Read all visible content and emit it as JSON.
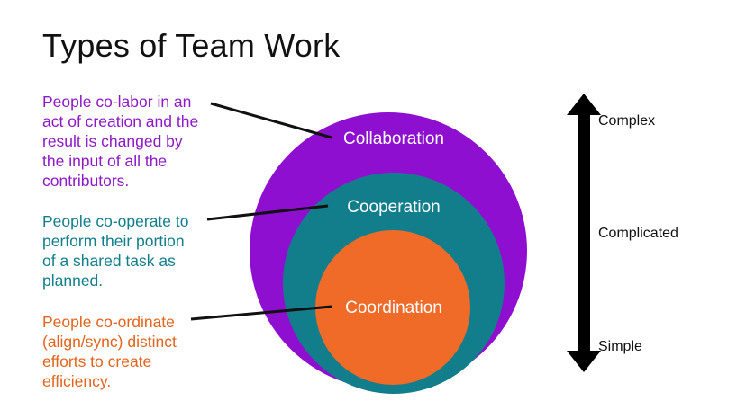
{
  "title": "Types of Team Work",
  "descriptions": {
    "collaboration": [
      "People co-labor in an",
      "act of creation and the",
      "result is changed by",
      "the input of all the",
      "contributors."
    ],
    "cooperation": [
      "People co-operate to",
      "perform their portion",
      "of a shared task as",
      "planned."
    ],
    "coordination": [
      "People co-ordinate",
      "(align/sync) distinct",
      "efforts to create",
      "efficiency."
    ]
  },
  "circles": {
    "collaboration": "Collaboration",
    "cooperation": "Cooperation",
    "coordination": "Coordination"
  },
  "scale": {
    "top": "Complex",
    "middle": "Complicated",
    "bottom": "Simple"
  },
  "colors": {
    "collaboration": "#8e0fcf",
    "cooperation": "#127e8c",
    "coordination": "#f06a28",
    "text_collaboration": "#8e19c8",
    "text_cooperation": "#127e8c",
    "text_coordination": "#e3651d"
  }
}
